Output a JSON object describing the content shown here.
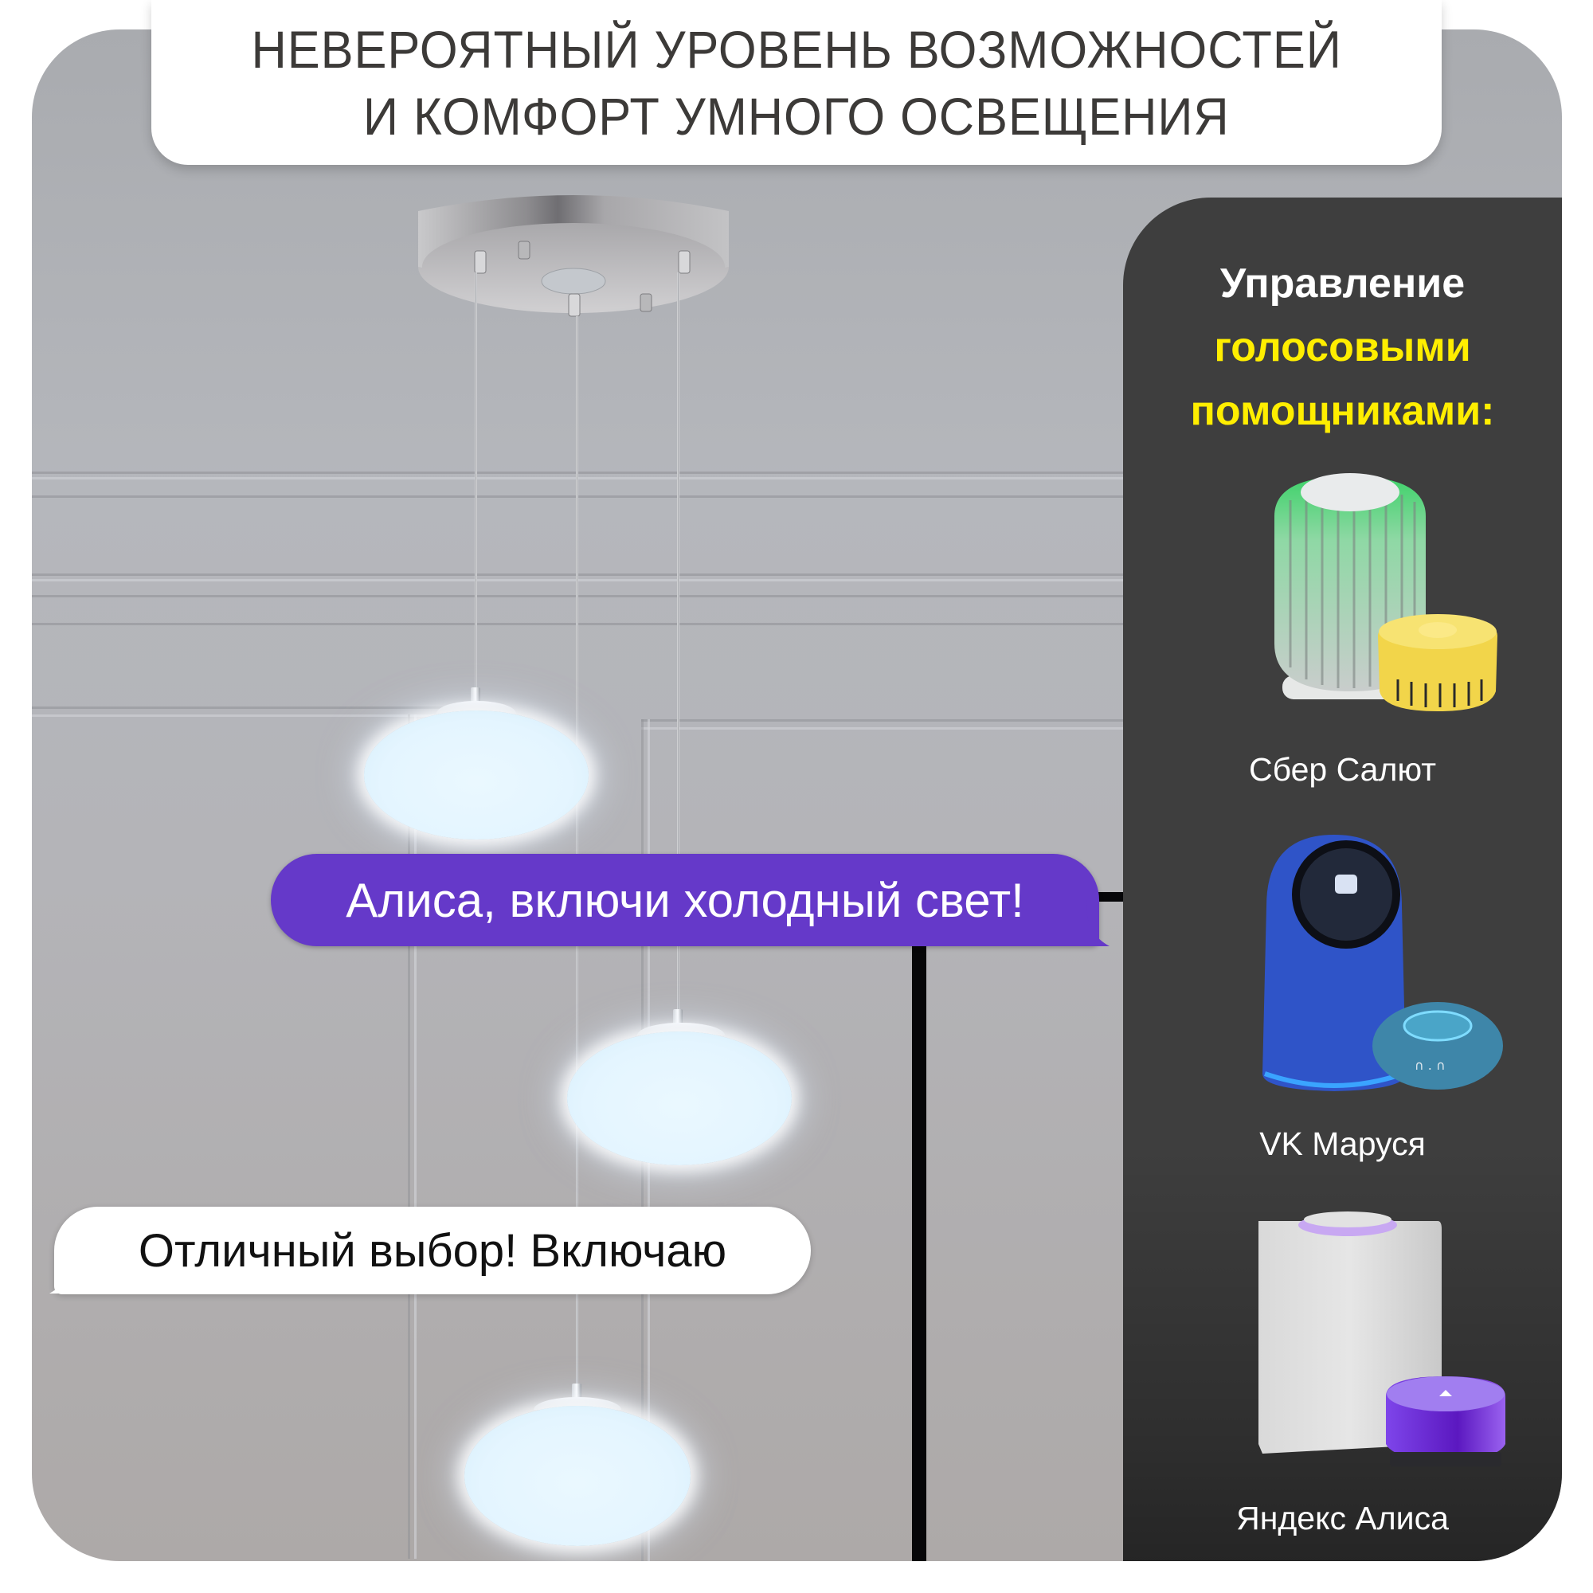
{
  "header": {
    "line1": "НЕВЕРОЯТНЫЙ УРОВЕНЬ ВОЗМОЖНОСТЕЙ",
    "line2": "И КОМФОРТ УМНОГО ОСВЕЩЕНИЯ"
  },
  "chat": {
    "user_message": "Алиса, включи холодный свет!",
    "assistant_reply": "Отличный выбор! Включаю"
  },
  "sidebar": {
    "title_line1": "Управление",
    "title_line2": "голосовыми",
    "title_line3": "помощниками:",
    "devices": [
      {
        "label": "Сбер Салют",
        "icon": "sber-salute-speaker-icon"
      },
      {
        "label": "VK Маруся",
        "icon": "vk-marusya-speaker-icon"
      },
      {
        "label": "Яндекс Алиса",
        "icon": "yandex-alice-speaker-icon"
      }
    ]
  },
  "colors": {
    "user_bubble": "#6539c9",
    "assistant_bubble": "#ffffff",
    "sidebar_bg": "#3e3e3e",
    "highlight_text": "#ffee00",
    "header_text": "#3c3a38",
    "lamp_glow": "#e4f5ff"
  }
}
